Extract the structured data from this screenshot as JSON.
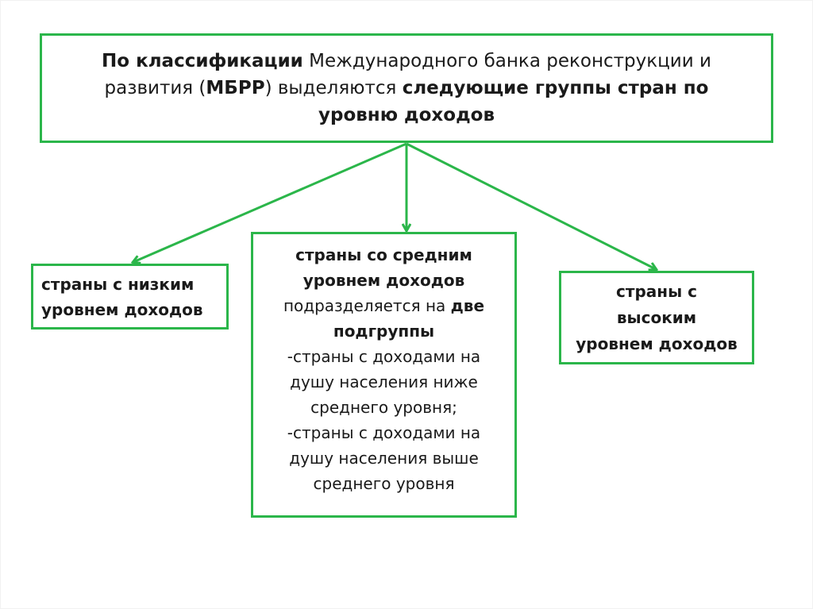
{
  "colors": {
    "accent": "#2bb64a",
    "text": "#1a1a1a",
    "background": "#ffffff"
  },
  "top": {
    "line1_bold": "По классификации",
    "line1_rest": " Международного банка реконструкции и",
    "line2_a": "развития (",
    "line2_b": "МБРР",
    "line2_c": ") выделяются ",
    "line2_d": "следующие группы стран по",
    "line3": "уровню доходов"
  },
  "left": {
    "line1": "страны с низким",
    "line2": "уровнем доходов"
  },
  "middle": {
    "line1": "страны со средним",
    "line2": "уровнем доходов",
    "line3_a": "подразделяется на ",
    "line3_b": "две",
    "line4": "подгруппы",
    "line5": "-страны с доходами на",
    "line6": "душу населения ниже",
    "line7": "среднего уровня;",
    "line8": "-страны с доходами на",
    "line9": "душу населения выше",
    "line10": "среднего уровня"
  },
  "right": {
    "line1": "страны с",
    "line2": "высоким",
    "line3": "уровнем доходов"
  }
}
